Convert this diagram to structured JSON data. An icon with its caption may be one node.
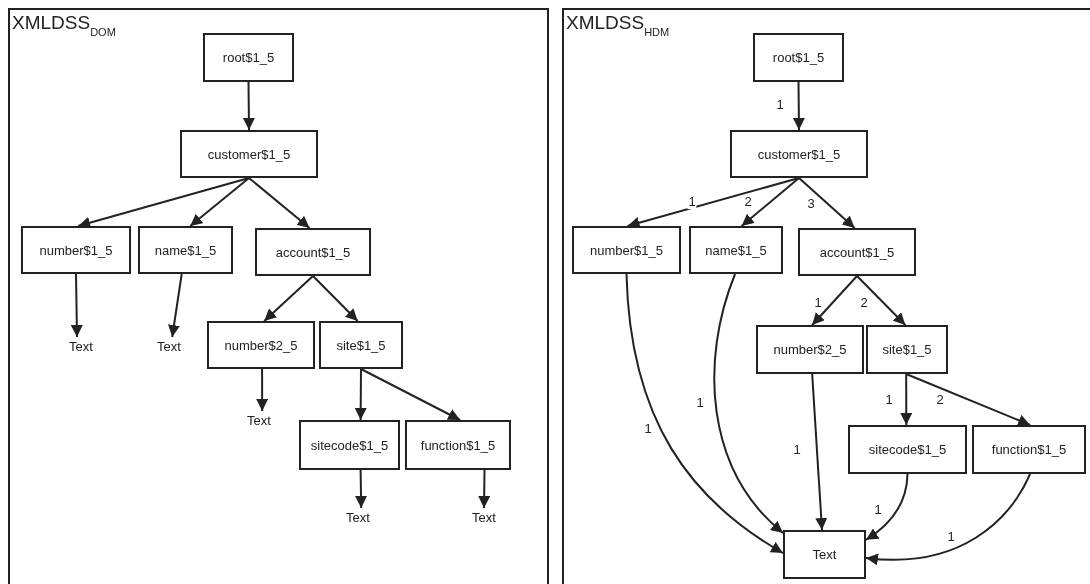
{
  "diagram": {
    "nodes": [
      {
        "text": [
          "XMLDSS$_{DOM}$"
        ]
      },
      {
        "text": [
          "root$1_5"
        ],
        "in": 0
      },
      {
        "text": [
          "customer$1_5"
        ],
        "in": 0
      },
      {
        "text": [
          "number$1_5"
        ],
        "in": 0
      },
      {
        "text": [
          "name$1_5"
        ],
        "in": 0
      },
      {
        "text": [
          "account$1_5"
        ],
        "in": 0
      },
      {
        "text": [
          "Text"
        ],
        "in": 0
      },
      {
        "text": [
          "Text"
        ],
        "in": 0
      },
      {
        "text": [
          "number$2_5"
        ],
        "in": 0
      },
      {
        "text": [
          "site$1_5"
        ],
        "in": 0
      },
      {
        "text": [
          "Text"
        ],
        "in": 0
      },
      {
        "text": [
          "sitecode$1_5"
        ],
        "in": 0
      },
      {
        "text": [
          "function$1_5"
        ],
        "in": 0
      },
      {
        "text": [
          "Text"
        ],
        "in": 0
      },
      {
        "text": [
          "Text"
        ],
        "in": 0
      },
      {
        "text": [
          "XMLDSS$_{HDM}$"
        ]
      },
      {
        "text": [
          "root$1_5"
        ],
        "in": 15
      },
      {
        "text": [
          "customer$1_5"
        ],
        "in": 15
      },
      {
        "text": [
          "number$1_5"
        ],
        "in": 15
      },
      {
        "text": [
          "name$1_5"
        ],
        "in": 15
      },
      {
        "text": [
          "account$1_5"
        ],
        "in": 15
      },
      {
        "text": [
          "number$2_5"
        ],
        "in": 15
      },
      {
        "text": [
          "site$1_5"
        ],
        "in": 15
      },
      {
        "text": [
          "sitecode$1_5"
        ],
        "in": 15
      },
      {
        "text": [
          "function$1_5"
        ],
        "in": 15
      },
      {
        "text": [
          "Text"
        ],
        "in": 15
      }
    ],
    "edges": [
      {
        "from": 1,
        "to": 2,
        "arrow": "to"
      },
      {
        "from": 2,
        "to": 3,
        "arrow": "to"
      },
      {
        "from": 2,
        "to": 4,
        "arrow": "to"
      },
      {
        "from": 2,
        "to": 5,
        "arrow": "to"
      },
      {
        "from": 3,
        "to": 6,
        "arrow": "to"
      },
      {
        "from": 4,
        "to": 7,
        "arrow": "to"
      },
      {
        "from": 5,
        "to": 8,
        "arrow": "to"
      },
      {
        "from": 5,
        "to": 9,
        "arrow": "to"
      },
      {
        "from": 8,
        "to": 10,
        "arrow": "to"
      },
      {
        "from": 9,
        "to": 11,
        "arrow": "to"
      },
      {
        "from": 9,
        "to": 12,
        "arrow": "to"
      },
      {
        "from": 11,
        "to": 13,
        "arrow": "to"
      },
      {
        "from": 12,
        "to": 14,
        "arrow": "to"
      },
      {
        "from": 16,
        "to": 17,
        "arrow": "to",
        "label": "1"
      },
      {
        "from": 17,
        "to": 18,
        "arrow": "to",
        "label": "1"
      },
      {
        "from": 17,
        "to": 19,
        "arrow": "to",
        "label": "2"
      },
      {
        "from": 17,
        "to": 20,
        "arrow": "to",
        "label": "3"
      },
      {
        "from": 20,
        "to": 21,
        "arrow": "to",
        "label": "1"
      },
      {
        "from": 20,
        "to": 22,
        "arrow": "to",
        "label": "2"
      },
      {
        "from": 22,
        "to": 23,
        "arrow": "to",
        "label": "1"
      },
      {
        "from": 22,
        "to": 24,
        "arrow": "to",
        "label": "2"
      },
      {
        "from": 18,
        "to": 25,
        "arrow": "to",
        "label": "1"
      },
      {
        "from": 19,
        "to": 25,
        "arrow": "to",
        "label": "1"
      },
      {
        "from": 21,
        "to": 25,
        "arrow": "to",
        "label": "1"
      },
      {
        "from": 23,
        "to": 25,
        "arrow": "to",
        "label": "1"
      },
      {
        "from": 24,
        "to": 25,
        "arrow": "to",
        "label": "1"
      }
    ]
  }
}
